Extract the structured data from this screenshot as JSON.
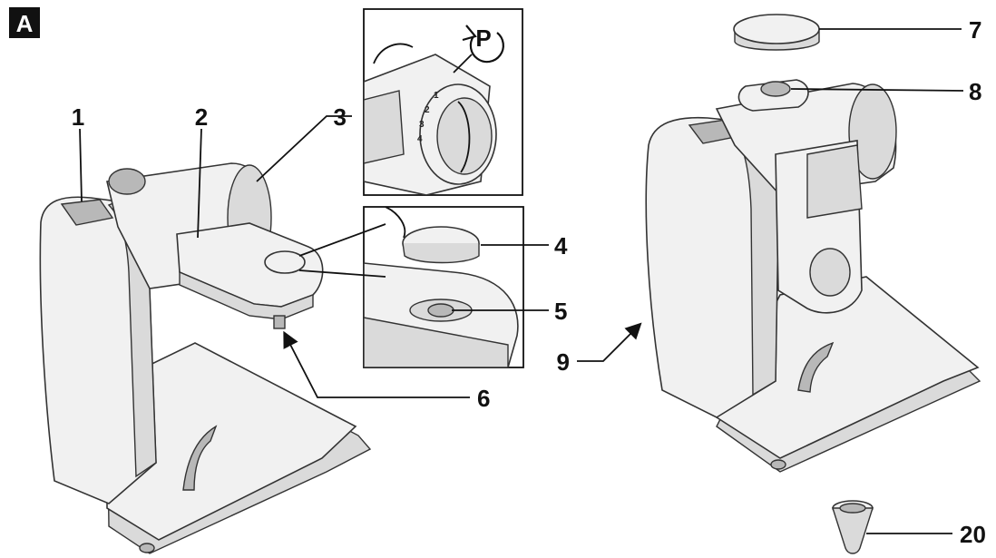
{
  "badge": "A",
  "labels": {
    "l1": "1",
    "l2": "2",
    "l3": "3",
    "l4": "4",
    "l5": "5",
    "l6": "6",
    "l7": "7",
    "l8": "8",
    "l9": "9",
    "l20": "20"
  },
  "dial": {
    "symbol": "P",
    "markings": [
      "1",
      "2",
      "3",
      "4"
    ]
  }
}
